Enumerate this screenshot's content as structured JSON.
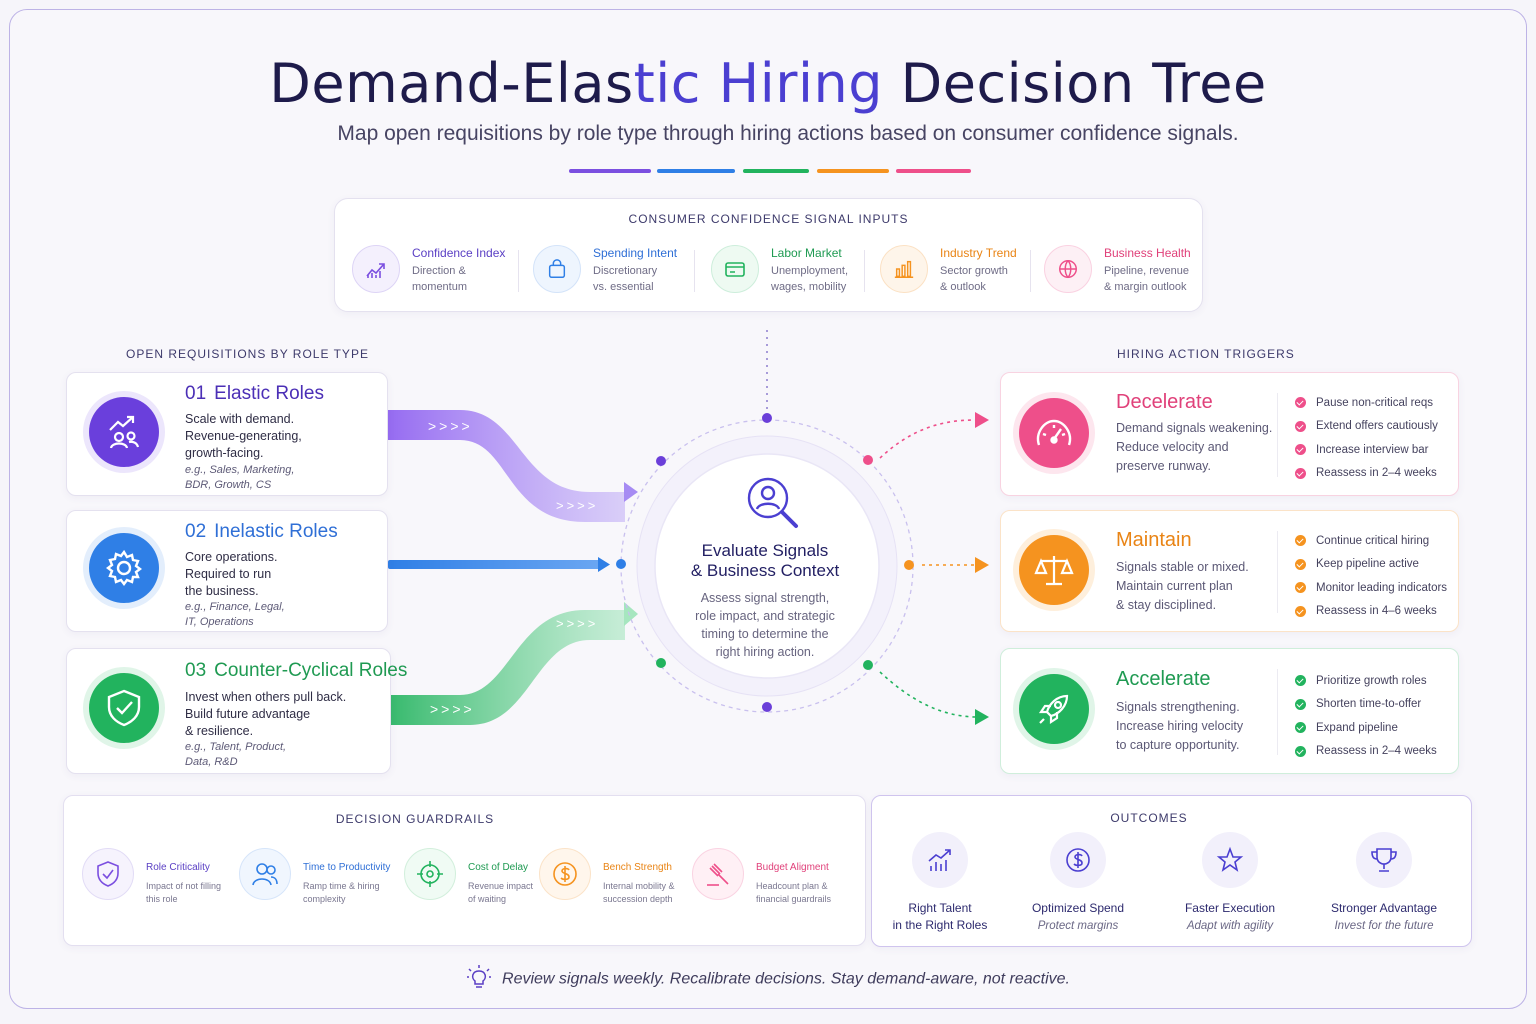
{
  "title": {
    "part1": "Demand-Elas",
    "part2": "tic Hiring",
    "part3": " Decision Tree"
  },
  "subtitle": "Map open requisitions by role type through hiring actions based on consumer confidence signals.",
  "colors": {
    "purple": "#7b4fe0",
    "blue": "#2f7fe6",
    "green": "#22b35e",
    "orange": "#f5931f",
    "pink": "#ee4f8a"
  },
  "signals": {
    "label": "CONSUMER CONFIDENCE SIGNAL INPUTS",
    "items": [
      {
        "title": "Confidence Index",
        "desc": "Direction &\nmomentum",
        "icon": "trend-chart-icon"
      },
      {
        "title": "Spending Intent",
        "desc": "Discretionary\nvs. essential",
        "icon": "shopping-bag-icon"
      },
      {
        "title": "Labor Market",
        "desc": "Unemployment,\nwages, mobility",
        "icon": "id-card-icon"
      },
      {
        "title": "Industry Trend",
        "desc": "Sector growth\n& outlook",
        "icon": "bar-chart-icon"
      },
      {
        "title": "Business Health",
        "desc": "Pipeline, revenue\n& margin outlook",
        "icon": "globe-icon"
      }
    ]
  },
  "roles": {
    "label": "OPEN REQUISITIONS BY ROLE TYPE",
    "items": [
      {
        "num": "01",
        "title": "Elastic Roles",
        "desc": "Scale with demand.\nRevenue-generating,\ngrowth-facing.",
        "example": "e.g., Sales, Marketing,\nBDR, Growth, CS",
        "icon": "growth-people-icon"
      },
      {
        "num": "02",
        "title": "Inelastic Roles",
        "desc": "Core operations.\nRequired to run\nthe business.",
        "example": "e.g., Finance, Legal,\nIT, Operations",
        "icon": "gear-icon"
      },
      {
        "num": "03",
        "title": "Counter-Cyclical Roles",
        "desc": "Invest when others pull back.\nBuild future advantage\n& resilience.",
        "example": "e.g., Talent, Product,\nData, R&D",
        "icon": "shield-check-icon"
      }
    ]
  },
  "flow_arrows": ">>>>",
  "center": {
    "title": "Evaluate Signals\n& Business Context",
    "desc": "Assess signal strength,\nrole impact, and strategic\ntiming to determine the\nright hiring action."
  },
  "triggers": {
    "label": "HIRING ACTION TRIGGERS",
    "items": [
      {
        "title": "Decelerate",
        "desc": "Demand signals weakening.\nReduce velocity and\npreserve runway.",
        "bullets": [
          "Pause non-critical reqs",
          "Extend offers cautiously",
          "Increase interview bar",
          "Reassess in 2–4 weeks"
        ],
        "icon": "speedometer-icon"
      },
      {
        "title": "Maintain",
        "desc": "Signals stable or mixed.\nMaintain current plan\n& stay disciplined.",
        "bullets": [
          "Continue critical hiring",
          "Keep pipeline active",
          "Monitor leading indicators",
          "Reassess in 4–6 weeks"
        ],
        "icon": "scales-icon"
      },
      {
        "title": "Accelerate",
        "desc": "Signals strengthening.\nIncrease hiring velocity\nto capture opportunity.",
        "bullets": [
          "Prioritize growth roles",
          "Shorten time-to-offer",
          "Expand pipeline",
          "Reassess in 2–4 weeks"
        ],
        "icon": "rocket-icon"
      }
    ]
  },
  "guardrails": {
    "label": "DECISION GUARDRAILS",
    "items": [
      {
        "title": "Role Criticality",
        "desc": "Impact of not filling\nthis role",
        "icon": "shield-icon"
      },
      {
        "title": "Time to Productivity",
        "desc": "Ramp time & hiring\ncomplexity",
        "icon": "people-icon"
      },
      {
        "title": "Cost of Delay",
        "desc": "Revenue impact\nof waiting",
        "icon": "target-icon"
      },
      {
        "title": "Bench Strength",
        "desc": "Internal mobility &\nsuccession depth",
        "icon": "dollar-coin-icon"
      },
      {
        "title": "Budget Aligment",
        "desc": "Headcount plan &\nfinancial guardrails",
        "icon": "gavel-icon"
      }
    ]
  },
  "outcomes": {
    "label": "OUTCOMES",
    "items": [
      {
        "title": "Right Talent\nin the Right Roles",
        "desc": "",
        "icon": "growth-chart-icon"
      },
      {
        "title": "Optimized Spend",
        "desc": "Protect margins",
        "icon": "dollar-icon"
      },
      {
        "title": "Faster Execution",
        "desc": "Adapt with agility",
        "icon": "star-icon"
      },
      {
        "title": "Stronger Advantage",
        "desc": "Invest for the future",
        "icon": "trophy-icon"
      }
    ]
  },
  "footer": "Review signals weekly. Recalibrate decisions. Stay demand-aware, not reactive."
}
